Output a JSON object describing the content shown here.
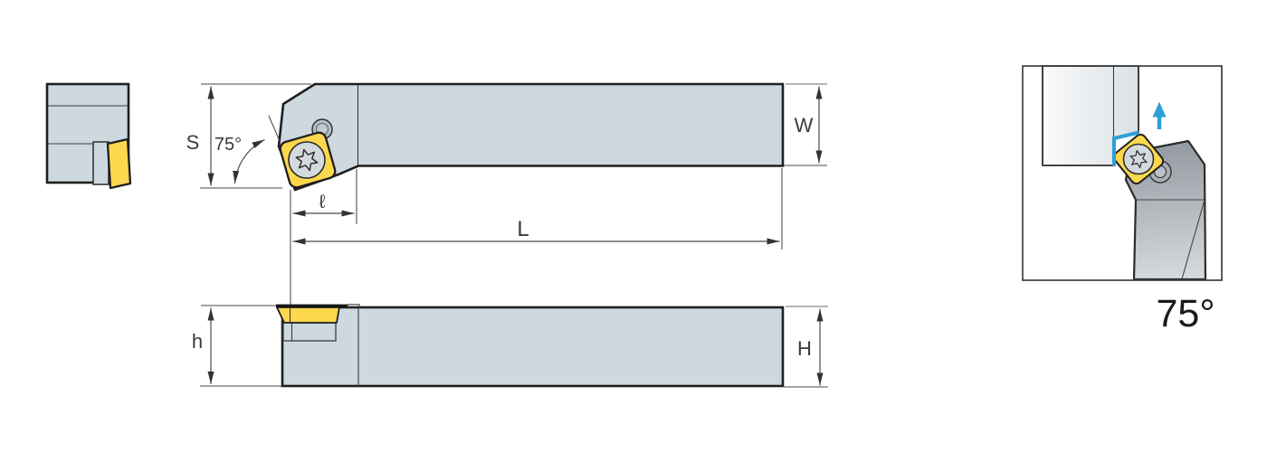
{
  "drawing": {
    "dimension_labels": {
      "S": "S",
      "approach_angle": "75°",
      "W": "W",
      "edge_length": "ℓ",
      "L": "L",
      "h": "h",
      "H": "H"
    },
    "detail": {
      "approach_angle_label": "75°"
    },
    "colors": {
      "body_gray": "#cdd8df",
      "insert_yellow": "#fdd74e",
      "highlight_blue": "#2e9fd8",
      "outline": "#1f1f1f",
      "dimension": "#4a4a4a"
    },
    "icons": {
      "torx_screw": "torx-screw-icon",
      "feed_arrow": "feed-direction-arrow-icon"
    }
  }
}
